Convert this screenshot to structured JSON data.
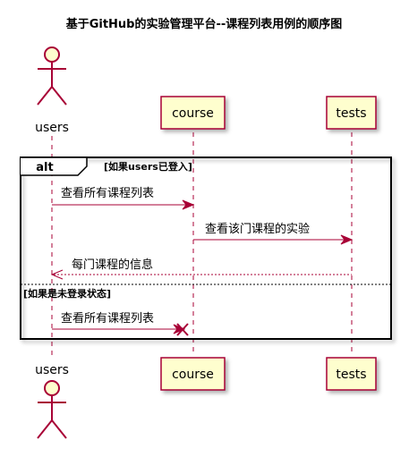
{
  "title": "基于GitHub的实验管理平台--课程列表用例的顺序图",
  "participants": {
    "users": "users",
    "course": "course",
    "tests": "tests"
  },
  "colors": {
    "stroke": "#A80036",
    "participant_fill": "#FEFECE",
    "frame_stroke": "#000000"
  },
  "fragment": {
    "operator": "alt",
    "guard1": "[如果users已登入]",
    "guard2": "[如果是未登录状态]"
  },
  "messages": [
    {
      "from": "users",
      "to": "course",
      "label": "查看所有课程列表",
      "style": "solid"
    },
    {
      "from": "course",
      "to": "tests",
      "label": "查看该门课程的实验",
      "style": "solid"
    },
    {
      "from": "tests",
      "to": "users",
      "label": "每门课程的信息",
      "style": "dashed"
    },
    {
      "from": "users",
      "to": "course",
      "label": "查看所有课程列表",
      "style": "solid-lost"
    }
  ]
}
